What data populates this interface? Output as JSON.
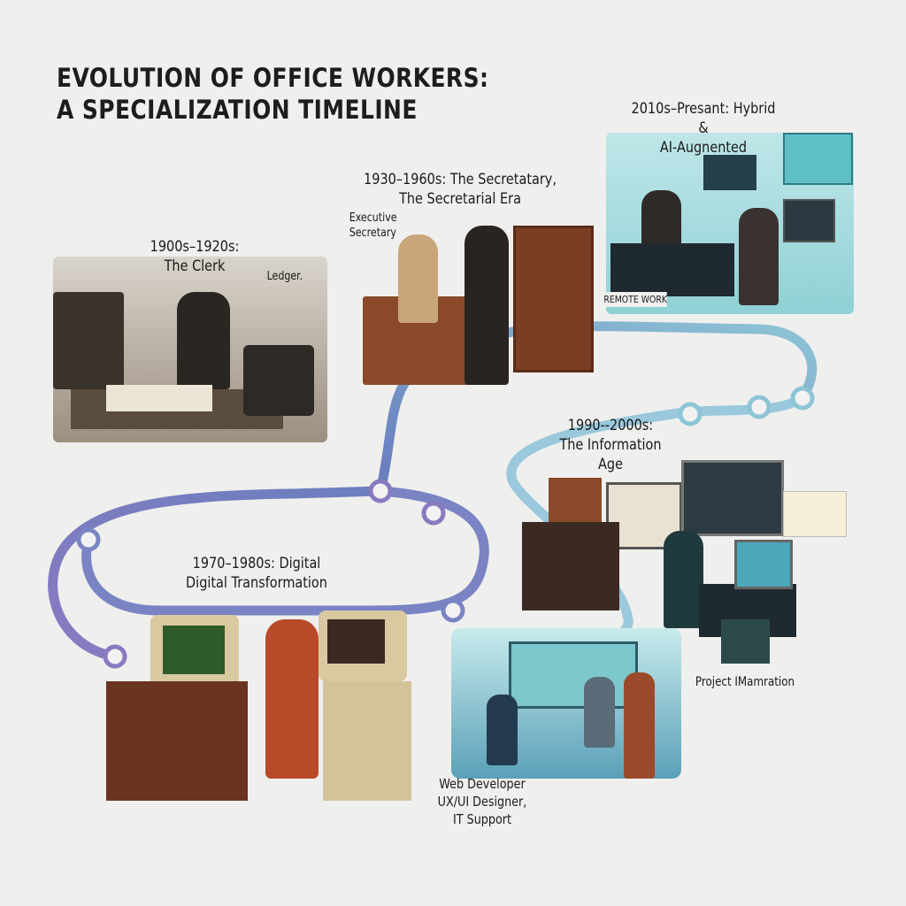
{
  "title": {
    "line1": "EVOLUTION OF OFFICE WORKERS:",
    "line2": "A SPECIALIZATION TIMELINE"
  },
  "eras": [
    {
      "label_line1": "1900s–1920s:",
      "label_line2": "The Clerk",
      "annotation": "Ledger."
    },
    {
      "label_line1": "1930–1960s: The Secretatary,",
      "label_line2": "The Secretarial Era",
      "annotation_line1": "Executive",
      "annotation_line2": "Secretary"
    },
    {
      "label_line1": "2010s–Presant: Hybrid &",
      "label_line2": "AI-Augnented",
      "annotation": "REMOTE WORK"
    },
    {
      "label_line1": "1990--2000s:",
      "label_line2": "The Information Age"
    },
    {
      "label_line1": "1970–1980s: Digital",
      "label_line2": "Digital Transformation"
    },
    {
      "annotation": "Project IMamration",
      "roles_line1": "Web Developer",
      "roles_line2": "UX/UI Designer,",
      "roles_line3": "IT Support"
    }
  ],
  "colors": {
    "path_start": "#6a7fc0",
    "path_mid": "#8a7ac0",
    "path_end": "#8ec5d6",
    "sepia": "#6b5a48",
    "wood": "#8a4a2a",
    "teal": "#6ccad0"
  }
}
